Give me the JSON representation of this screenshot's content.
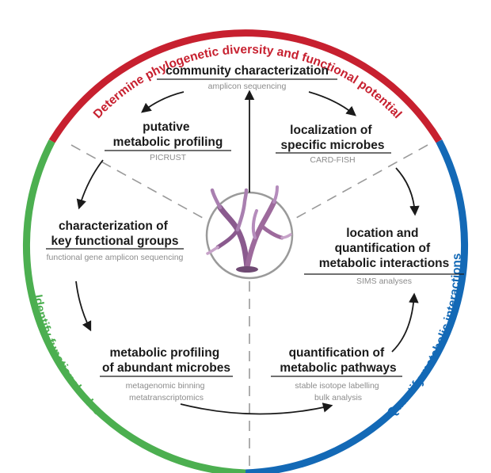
{
  "ring": {
    "top_label": "Determine phylogenetic diversity and functional potential",
    "right_label": "Quantify metabolic interactions",
    "left_label": "Identify functional roles",
    "colors": {
      "top": "#c7202f",
      "right": "#1369b6",
      "left": "#4caf50"
    }
  },
  "center_image": "coral-icon",
  "nodes": {
    "community": {
      "title": [
        "community characterization"
      ],
      "method": [
        "amplicon sequencing"
      ]
    },
    "putative": {
      "title": [
        "putative",
        "metabolic profiling"
      ],
      "method": [
        "PICRUST"
      ]
    },
    "localization": {
      "title": [
        "localization of",
        "specific microbes"
      ],
      "method": [
        "CARD-FISH"
      ]
    },
    "key_functional": {
      "title": [
        "characterization of",
        "key functional groups"
      ],
      "method": [
        "functional gene amplicon sequencing"
      ]
    },
    "location_quant": {
      "title": [
        "location and",
        "quantification of",
        "metabolic interactions"
      ],
      "method": [
        "SIMS analyses"
      ]
    },
    "metabolic_profiling": {
      "title": [
        "metabolic profiling",
        "of abundant microbes"
      ],
      "method": [
        "metagenomic binning",
        "metatranscriptomics"
      ]
    },
    "quant_pathways": {
      "title": [
        "quantification of",
        "metabolic pathways"
      ],
      "method": [
        "stable isotope labelling",
        "bulk analysis"
      ]
    }
  }
}
